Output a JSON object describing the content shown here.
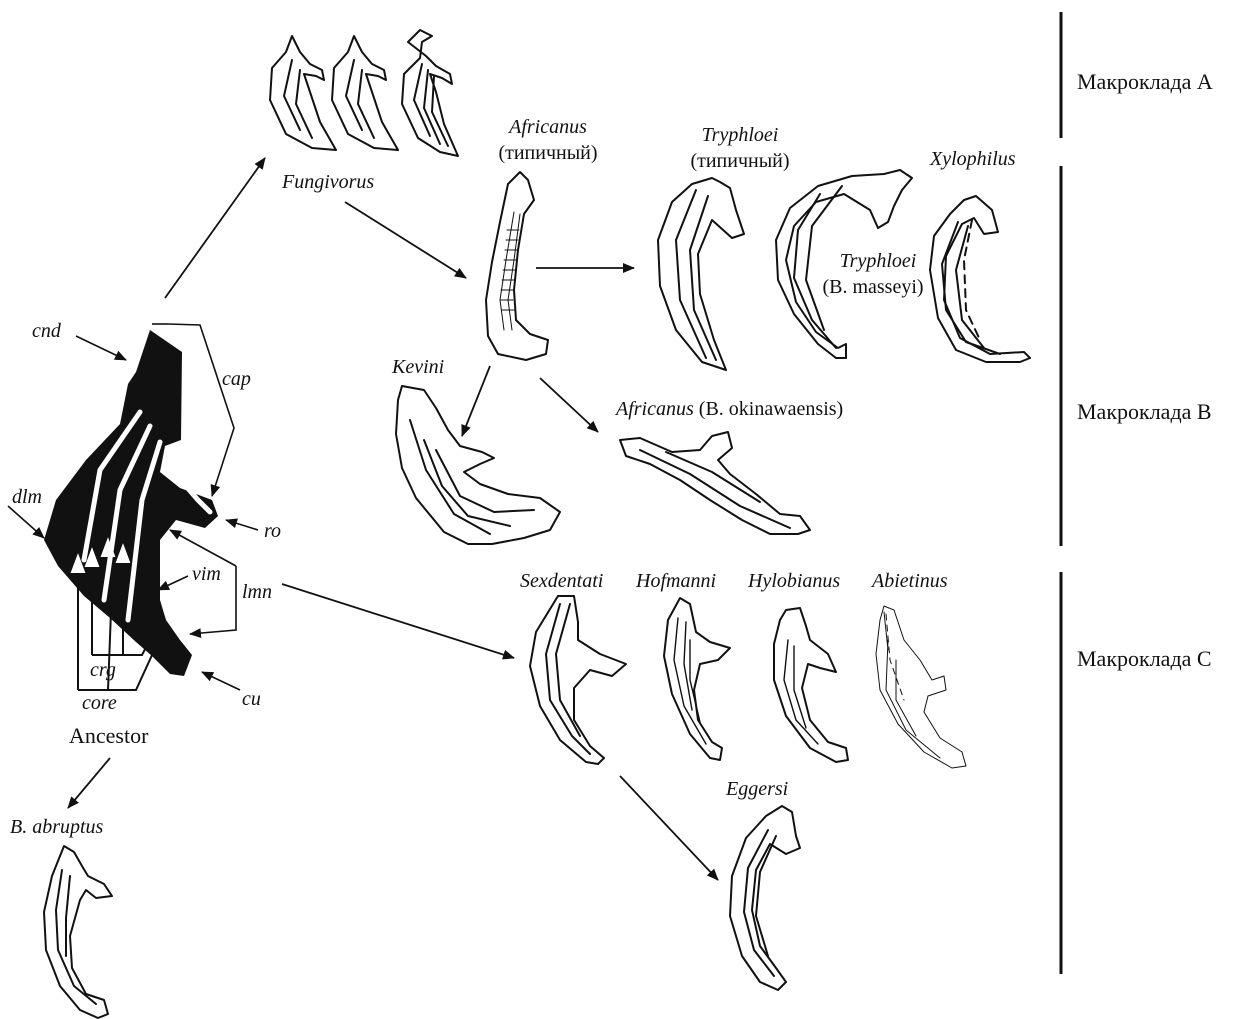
{
  "clades": [
    "Макроклада A",
    "Макроклада B",
    "Макроклада C"
  ],
  "ancestor": {
    "title": "Ancestor",
    "parts": {
      "cnd": "cnd",
      "cap": "cap",
      "dlm": "dlm",
      "ro": "ro",
      "vim": "vim",
      "lmn": "lmn",
      "crg": "crg",
      "core": "core",
      "cu": "cu"
    }
  },
  "taxa": {
    "fungivorus": "Fungivorus",
    "africanus_typ_name": "Africanus",
    "africanus_typ_note": "(типичный)",
    "tryphloei_typ_name": "Tryphloei",
    "tryphloei_typ_note": "(типичный)",
    "xylophilus": "Xylophilus",
    "tryphloei_mass_name": "Tryphloei",
    "tryphloei_mass_note": "(B. masseyi)",
    "kevini": "Kevini",
    "africanus_oki_name": "Africanus",
    "africanus_oki_note": "(B. okinawaensis)",
    "sexdentati": "Sexdentati",
    "hofmanni": "Hofmanni",
    "hylobianus": "Hylobianus",
    "abietinus": "Abietinus",
    "eggersi": "Eggersi",
    "abruptus": "B. abruptus"
  }
}
